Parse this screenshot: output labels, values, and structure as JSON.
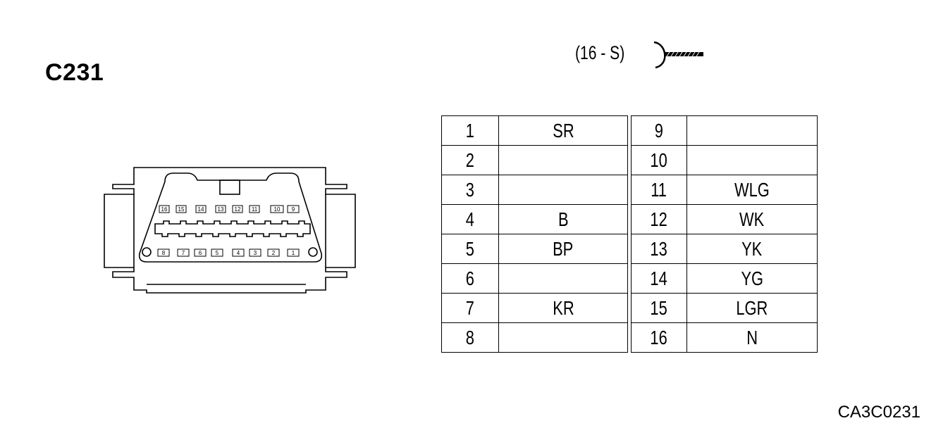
{
  "connector": {
    "id": "C231",
    "type_label": "(16 - S)",
    "reference_code": "CA3C0231"
  },
  "pins": [
    {
      "pin": "1",
      "color": "SR"
    },
    {
      "pin": "2",
      "color": ""
    },
    {
      "pin": "3",
      "color": ""
    },
    {
      "pin": "4",
      "color": "B"
    },
    {
      "pin": "5",
      "color": "BP"
    },
    {
      "pin": "6",
      "color": ""
    },
    {
      "pin": "7",
      "color": "KR"
    },
    {
      "pin": "8",
      "color": ""
    },
    {
      "pin": "9",
      "color": ""
    },
    {
      "pin": "10",
      "color": ""
    },
    {
      "pin": "11",
      "color": "WLG"
    },
    {
      "pin": "12",
      "color": "WK"
    },
    {
      "pin": "13",
      "color": "YK"
    },
    {
      "pin": "14",
      "color": "YG"
    },
    {
      "pin": "15",
      "color": "LGR"
    },
    {
      "pin": "16",
      "color": "N"
    }
  ],
  "connector_face": {
    "top_row_pins": [
      "16",
      "15",
      "14",
      "13",
      "12",
      "11",
      "10",
      "9"
    ],
    "bottom_row_pins": [
      "8",
      "7",
      "6",
      "5",
      "4",
      "3",
      "2",
      "1"
    ]
  }
}
